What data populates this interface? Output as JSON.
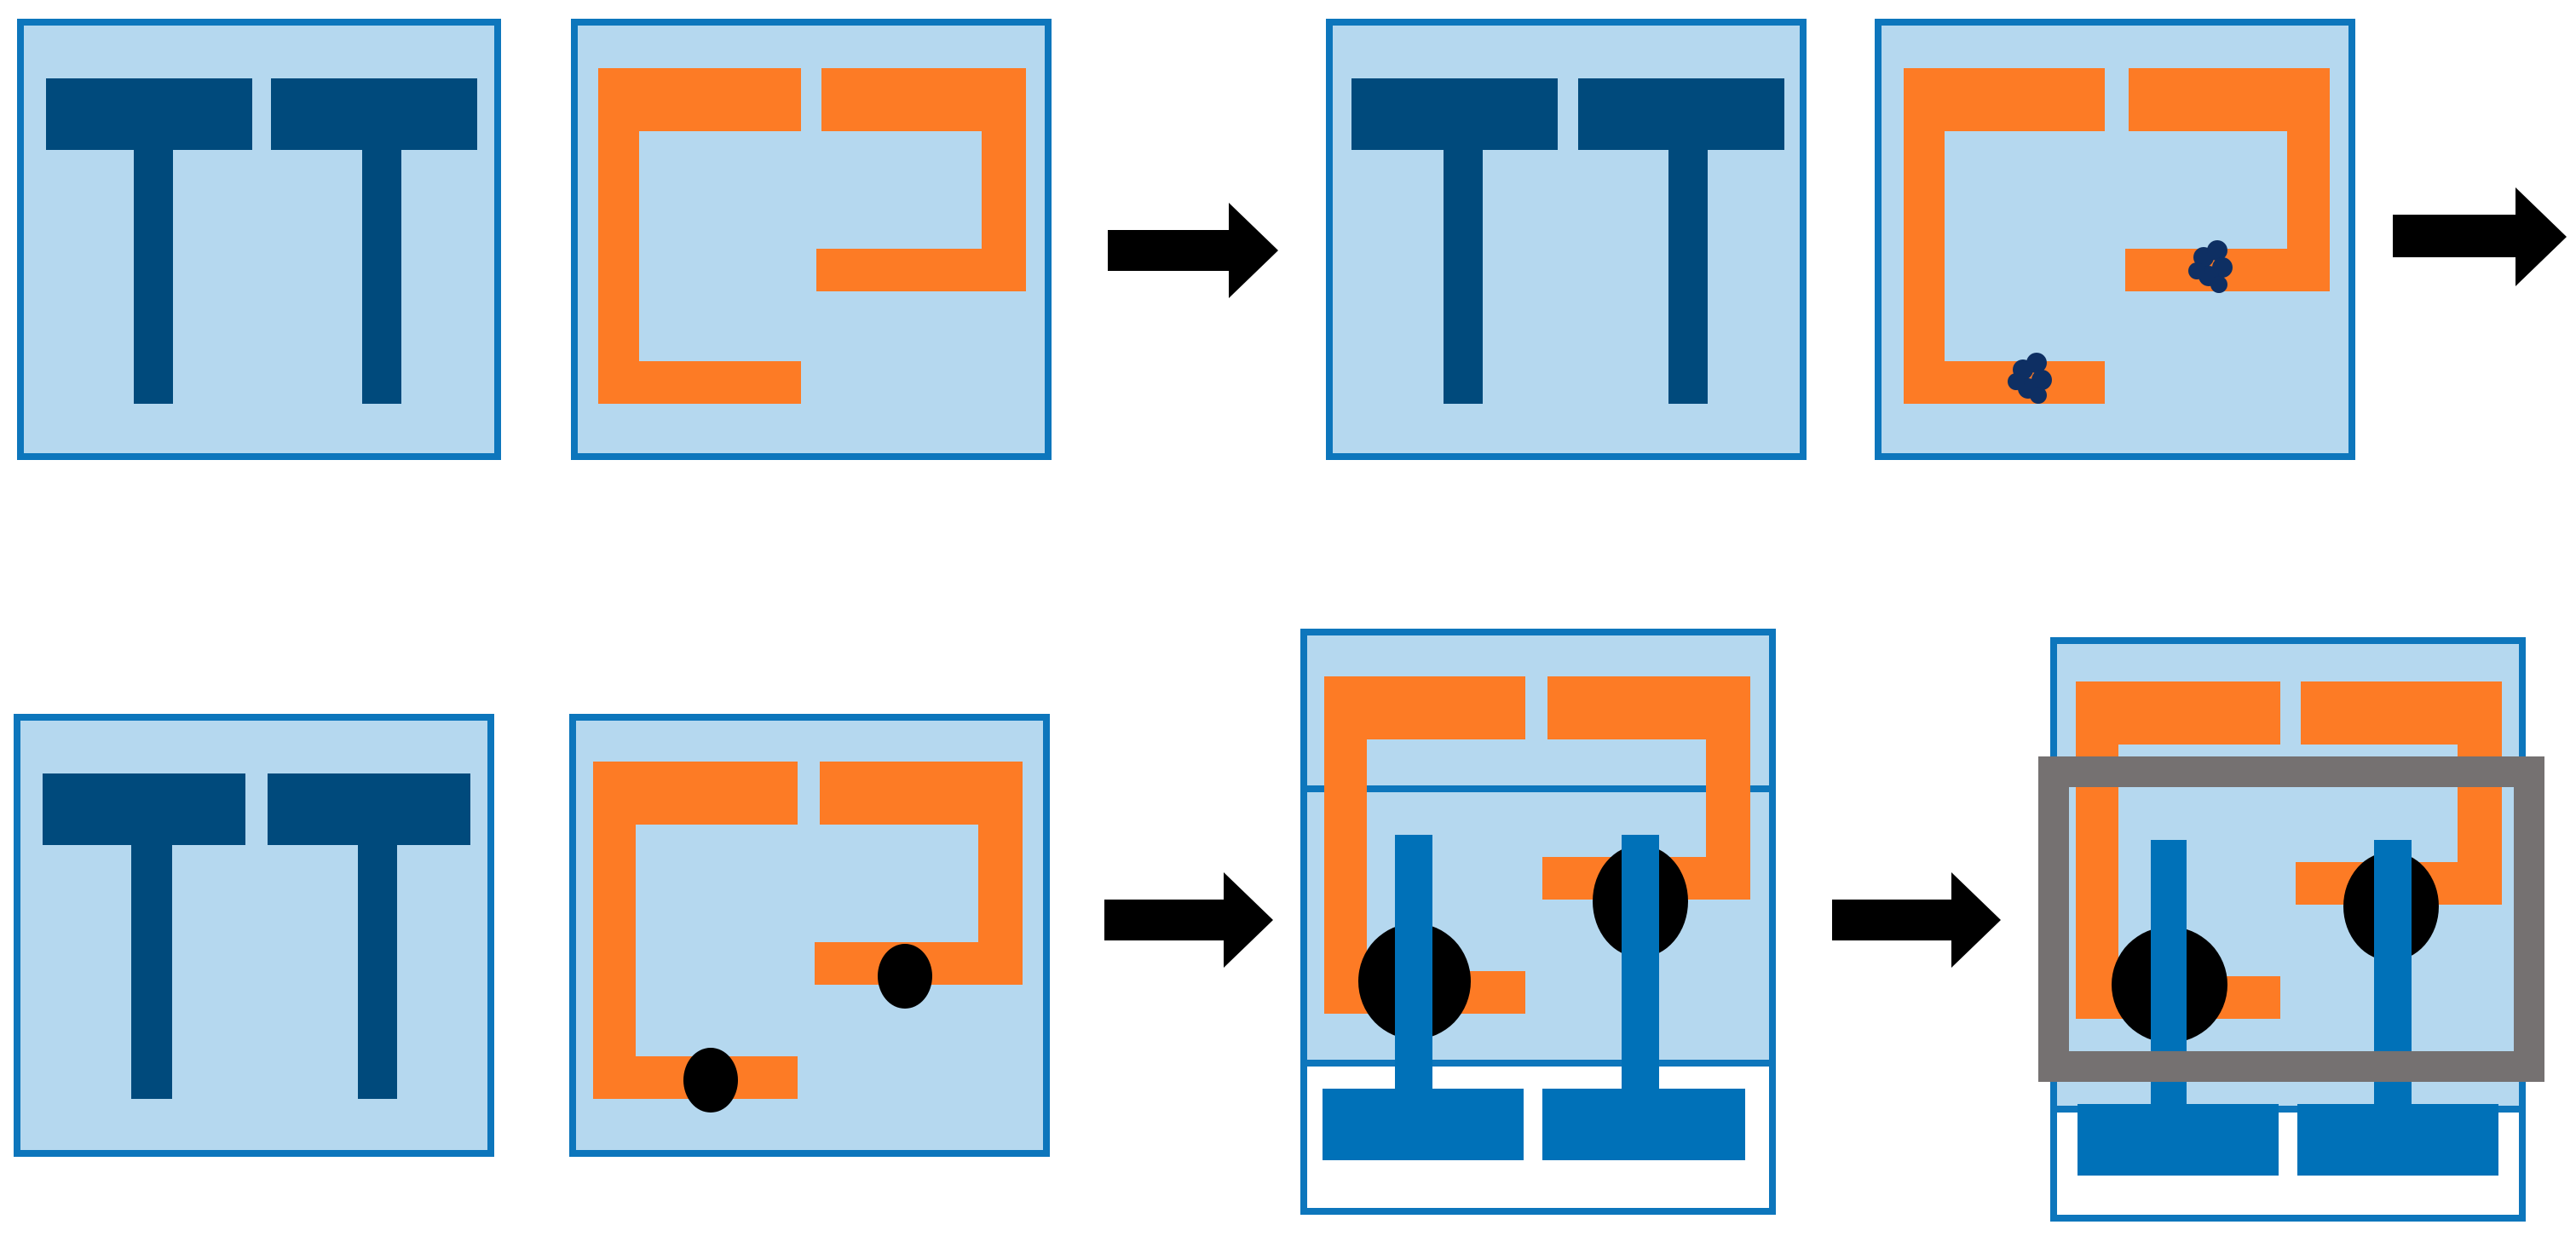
{
  "title": "",
  "colors": {
    "background": "#ffffff",
    "panel_fill": "#b5d8ef",
    "panel_border": "#0d76bc",
    "t_structure_dark": "#004a7c",
    "t_structure_blue": "#0071b8",
    "bracket_orange": "#fd7b25",
    "arrow": "#000000",
    "particle": "#0e2f63",
    "bump": "#000000",
    "frame_gray": "#757171"
  },
  "icons": {
    "t_pair": "t-shape-pair-icon",
    "bracket_pair": "bracket-pair-icon",
    "arrow": "right-arrow-icon",
    "particle_cluster": "particle-cluster-icon",
    "solder_bump": "solder-bump-icon",
    "frame": "rectangular-frame-icon"
  },
  "rows": [
    {
      "id": "row-1",
      "steps": [
        {
          "id": "r1-t-panel",
          "kind": "t-panel"
        },
        {
          "id": "r1-bracket-panel",
          "kind": "bracket-panel"
        },
        {
          "id": "r1-arrow-1",
          "kind": "arrow"
        },
        {
          "id": "r1-t-panel-2",
          "kind": "t-panel"
        },
        {
          "id": "r1-bracket-with-particles",
          "kind": "bracket-panel",
          "marks": "particle-clusters"
        },
        {
          "id": "r1-arrow-2",
          "kind": "arrow"
        }
      ]
    },
    {
      "id": "row-2",
      "steps": [
        {
          "id": "r2-t-panel",
          "kind": "t-panel"
        },
        {
          "id": "r2-bracket-with-bumps",
          "kind": "bracket-panel",
          "marks": "bumps"
        },
        {
          "id": "r2-arrow-1",
          "kind": "arrow"
        },
        {
          "id": "r2-assembly",
          "kind": "stacked-assembly"
        },
        {
          "id": "r2-arrow-2",
          "kind": "arrow"
        },
        {
          "id": "r2-assembly-framed",
          "kind": "stacked-assembly",
          "marks": "gray-frame"
        }
      ]
    }
  ]
}
